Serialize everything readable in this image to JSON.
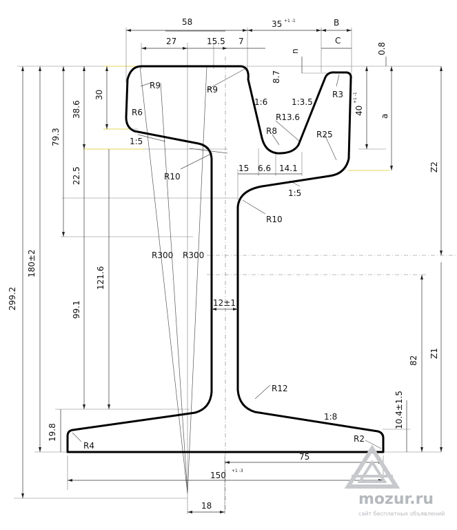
{
  "dimensions": {
    "top_58": "58",
    "top_35": "35",
    "top_35_tol": "+1 -1",
    "top_b": "B",
    "top_27": "27",
    "top_15_5": "15.5",
    "top_7": "7",
    "top_n": "n",
    "top_c": "C",
    "top_0_8": "0.8",
    "left_299_2": "299.2",
    "left_180": "180±2",
    "left_79_3": "79.3",
    "left_38_6": "38.6",
    "left_30": "30",
    "left_22_5": "22.5",
    "left_121_6": "121.6",
    "left_99_1": "99.1",
    "left_19_8": "19.8",
    "right_z2": "Z2",
    "right_z1": "Z1",
    "right_a": "a",
    "right_40": "40",
    "right_40_tol": "+1 -1",
    "right_82": "82",
    "right_10_4": "10.4±1.5",
    "mid_8_7": "8.7",
    "mid_15": "15",
    "mid_6_6": "6.6",
    "mid_14_1": "14.1",
    "web_12": "12±1",
    "bottom_75": "75",
    "bottom_150": "150",
    "bottom_150_tol": "+1 -3",
    "bottom_18": "18"
  },
  "radii": {
    "r9_left": "R9",
    "r9_mid": "R9",
    "r6": "R6",
    "r3": "R3",
    "r13_6": "R13.6",
    "r8": "R8",
    "r25": "R25",
    "r10_left": "R10",
    "r10_right": "R10",
    "r300_a": "R300",
    "r300_b": "R300",
    "r12": "R12",
    "r4": "R4",
    "r2": "R2"
  },
  "slopes": {
    "s1_5_left": "1:5",
    "s1_6": "1:6",
    "s1_3_5": "1:3.5",
    "s1_5_right": "1:5",
    "s1_8": "1:8"
  },
  "watermark": {
    "brand": "mozur.ru",
    "tagline": "сайт бесплатных объявлений"
  }
}
